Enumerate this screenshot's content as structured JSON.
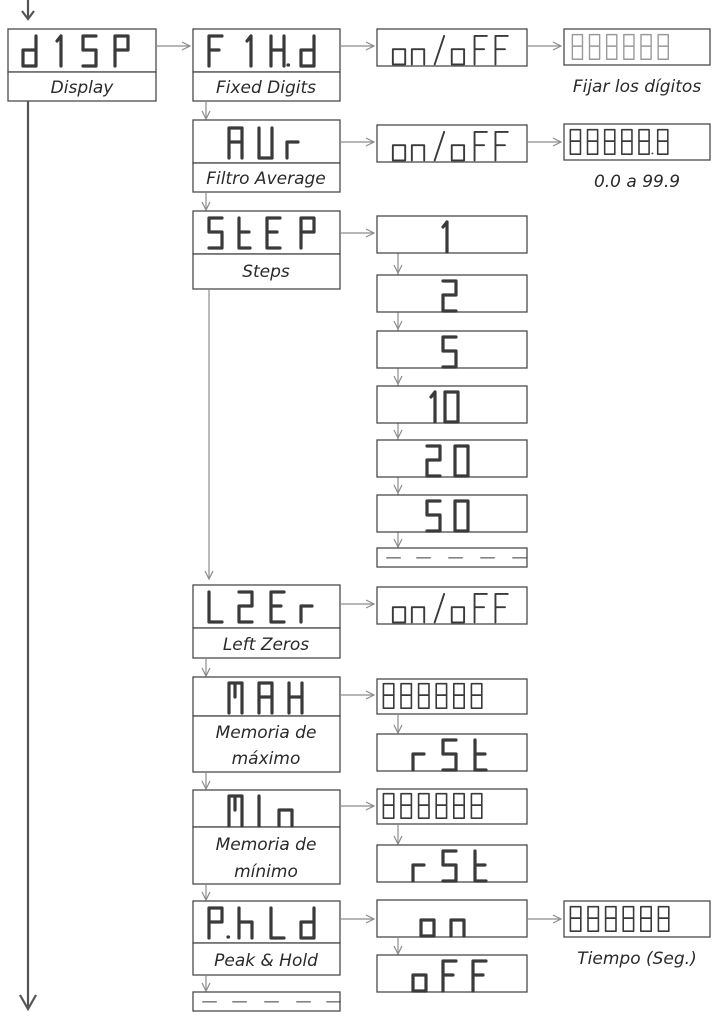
{
  "menu": {
    "root": {
      "display_text": "dISP",
      "caption": "Display"
    },
    "fixed_digits": {
      "display_text": "FIH.d",
      "caption": "Fixed Digits"
    },
    "filter_average": {
      "display_text": "AUr",
      "caption": "Filtro Average"
    },
    "steps": {
      "display_text": "StEP",
      "caption": "Steps"
    },
    "left_zeros": {
      "display_text": "L2Er",
      "caption": "Left Zeros"
    },
    "max_memory": {
      "display_text": "MAH",
      "caption_line1": "Memoria de",
      "caption_line2": "máximo"
    },
    "min_memory": {
      "display_text": "MIn",
      "caption_line1": "Memoria de",
      "caption_line2": "mínimo"
    },
    "peak_hold": {
      "display_text": "P.hLd",
      "caption": "Peak & Hold"
    }
  },
  "options": {
    "fixed_digits_toggle": "on/oFF",
    "fixed_digits_note": "Fijar los dígitos",
    "filter_toggle": "on/oFF",
    "filter_range": "0.0 a 99.9",
    "step_values": [
      "1",
      "2",
      "5",
      "10",
      "20",
      "50"
    ],
    "left_zeros_toggle": "on/oFF",
    "reset_label": "rSt",
    "peak_on": "on",
    "peak_off": "oFF",
    "peak_time_note": "Tiempo (Seg.)",
    "end_marker": "----"
  },
  "colors": {
    "line": "#8c8c8c",
    "box_border": "#4a4a4a",
    "segment": "#3a3a3a",
    "faint_segment": "#9a9a9a"
  }
}
